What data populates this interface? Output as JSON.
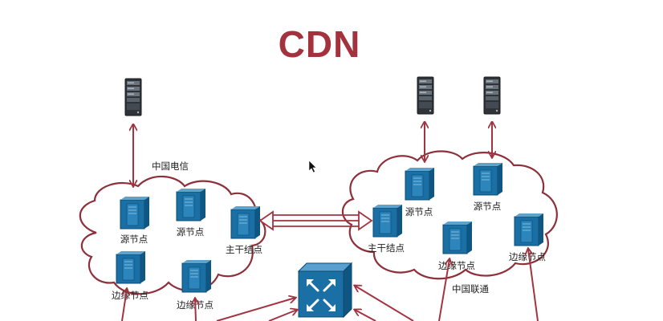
{
  "title": "CDN",
  "regions": {
    "telecom": "中国电信",
    "unicom": "中国联通"
  },
  "nodes": {
    "source_1": "源节点",
    "source_2": "源节点",
    "backbone_left": "主干结点",
    "edge_1": "边缘节点",
    "edge_2": "边缘节点",
    "source_3": "源节点",
    "source_4": "源节点",
    "backbone_right": "主干结点",
    "edge_3": "边缘节点",
    "edge_4": "边缘节点"
  },
  "icons": {
    "server": "server-rack-icon",
    "node": "node-server-icon",
    "router": "router-switch-icon",
    "cursor": "mouse-cursor-icon"
  },
  "colors": {
    "title": "#a3323c",
    "arrow": "#a03540",
    "cloud_stroke": "#8e2f3a",
    "node_blue": "#1a6fa5",
    "rack": "#2f3338"
  }
}
